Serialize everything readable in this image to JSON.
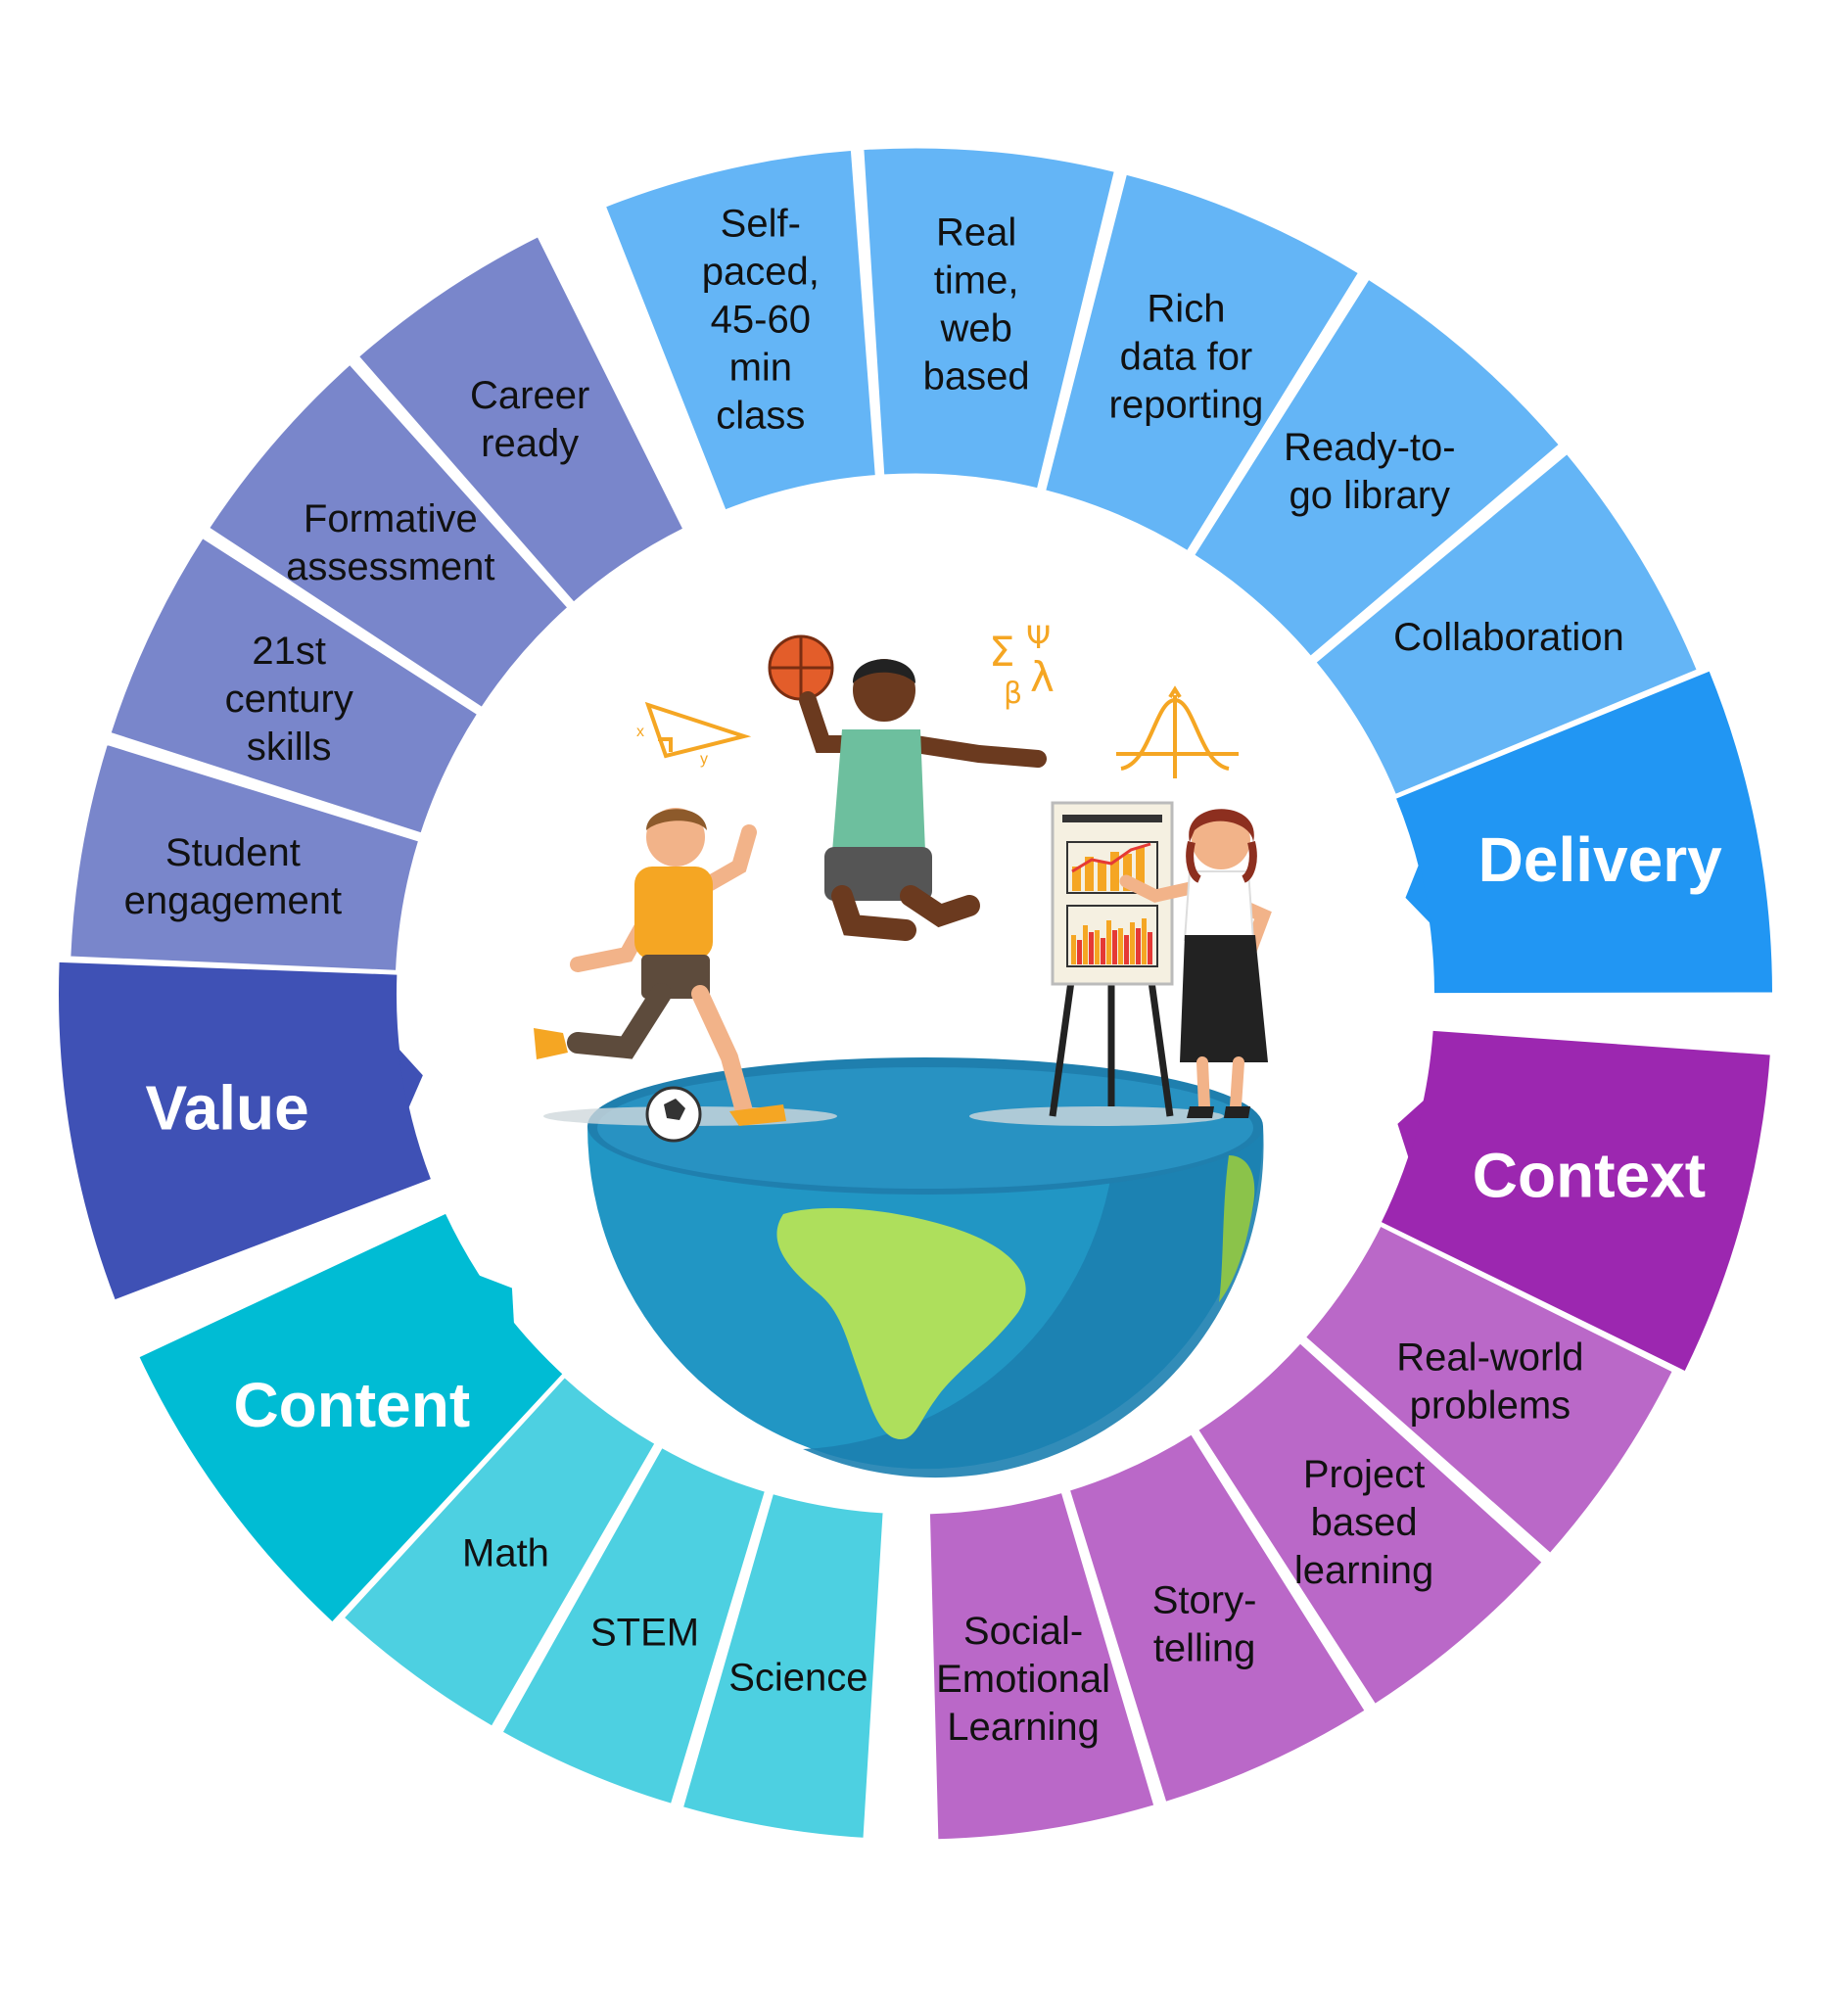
{
  "colors": {
    "value_header": "#3f51b5",
    "value_segment": "#7986cb",
    "delivery_header": "#2196f3",
    "delivery_segment": "#64b5f6",
    "context_header": "#9c27b0",
    "context_segment": "#ba68c8",
    "content_header": "#00bcd4",
    "content_segment": "#4dd0e1",
    "ocean": "#2196c4",
    "ocean_dark": "#1c7fb0",
    "land": "#aedf5c"
  },
  "sections": [
    {
      "id": "delivery",
      "title": "Delivery",
      "items": [
        "Self-paced, 45-60 min class",
        "Real time, web based",
        "Rich data for reporting",
        "Ready-to-go library",
        "Collaboration"
      ]
    },
    {
      "id": "context",
      "title": "Context",
      "items": [
        "Real-world problems",
        "Project based learning",
        "Story-telling",
        "Social-Emotional Learning"
      ]
    },
    {
      "id": "content",
      "title": "Content",
      "items": [
        "Science",
        "STEM",
        "Math"
      ]
    },
    {
      "id": "value",
      "title": "Value",
      "items": [
        "Student engagement",
        "21st century skills",
        "Formative assessment",
        "Career ready"
      ]
    }
  ],
  "illustration": {
    "symbols": "Σ Ψ β λ",
    "icons": [
      "globe-icon",
      "soccer-player-icon",
      "basketball-player-icon",
      "presenter-icon",
      "chart-board-icon",
      "triangle-ruler-icon",
      "bell-curve-icon"
    ]
  }
}
